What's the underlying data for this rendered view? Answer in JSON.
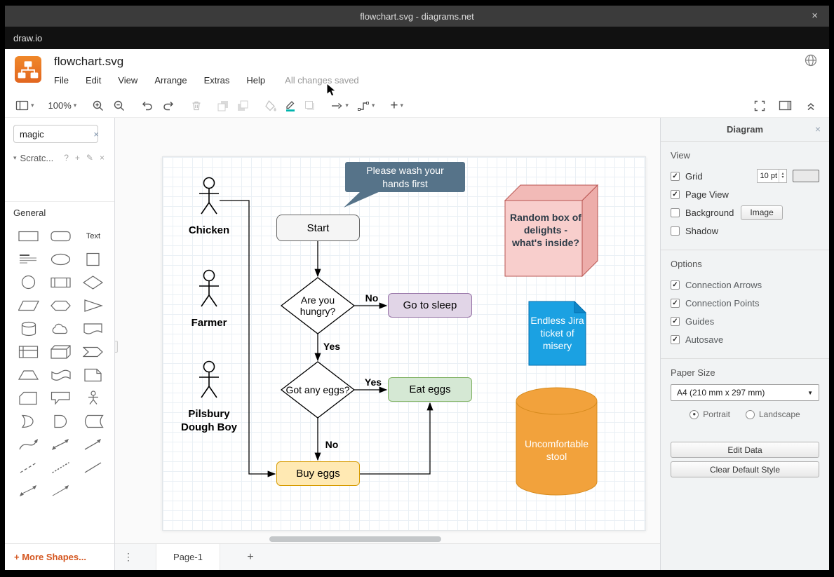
{
  "window": {
    "title": "flowchart.svg - diagrams.net"
  },
  "app_bar": {
    "label": "draw.io"
  },
  "header": {
    "filename": "flowchart.svg",
    "menus": [
      "File",
      "Edit",
      "View",
      "Arrange",
      "Extras",
      "Help"
    ],
    "status": "All changes saved"
  },
  "toolbar": {
    "zoom_level": "100%"
  },
  "sidebar": {
    "search_value": "magic",
    "scratchpad_label": "Scratc...",
    "general_label": "General",
    "text_shape_label": "Text",
    "more_shapes_label": "+ More Shapes..."
  },
  "canvas": {
    "speech_bubble": "Please wash your hands first",
    "actors": [
      {
        "label": "Chicken"
      },
      {
        "label": "Farmer"
      },
      {
        "label": "Pilsbury Dough Boy"
      }
    ],
    "nodes": {
      "start": "Start",
      "hungry": "Are you hungry?",
      "sleep": "Go to sleep",
      "eggs": "Got any eggs?",
      "eat": "Eat eggs",
      "buy": "Buy eggs",
      "box": "Random box of delights - what's inside?",
      "jira": "Endless Jira ticket of misery",
      "stool": "Uncomfortable stool"
    },
    "edge_labels": {
      "no1": "No",
      "yes1": "Yes",
      "yes2": "Yes",
      "no2": "No"
    },
    "colors": {
      "bubble": "#567389",
      "sleep_fill": "#e1d5e7",
      "sleep_stroke": "#9673a6",
      "eat_fill": "#d5e8d4",
      "eat_stroke": "#82b366",
      "buy_fill": "#ffe9b3",
      "buy_stroke": "#d79b00",
      "box_fill": "#f8cecc",
      "box_stroke": "#b85450",
      "jira_fill": "#1ba1e2",
      "jira_stroke": "#006eaf",
      "stool_fill": "#f2a23c",
      "stool_stroke": "#d78c1f"
    }
  },
  "format_panel": {
    "title": "Diagram",
    "view_section": {
      "heading": "View",
      "grid_label": "Grid",
      "grid_size": "10 pt",
      "grid_check": "✓",
      "page_view_label": "Page View",
      "page_view_check": "✓",
      "background_label": "Background",
      "background_check": "",
      "image_button": "Image",
      "shadow_label": "Shadow",
      "shadow_check": ""
    },
    "options_section": {
      "heading": "Options",
      "items": [
        {
          "label": "Connection Arrows",
          "check": "✓"
        },
        {
          "label": "Connection Points",
          "check": "✓"
        },
        {
          "label": "Guides",
          "check": "✓"
        },
        {
          "label": "Autosave",
          "check": "✓"
        }
      ]
    },
    "paper_section": {
      "heading": "Paper Size",
      "value": "A4 (210 mm x 297 mm)",
      "portrait_label": "Portrait",
      "landscape_label": "Landscape",
      "portrait_selected": "●",
      "landscape_selected": ""
    },
    "edit_data_button": "Edit Data",
    "clear_style_button": "Clear Default Style"
  },
  "pages_bar": {
    "page_tab": "Page-1"
  },
  "icons": {
    "close": "×",
    "caret_down": "▾",
    "select_arrow": "▼",
    "dots_vertical": "⋮",
    "plus": "+",
    "help": "?",
    "pencil_edit": "✎",
    "spinner_up": "▴",
    "spinner_down": "▾"
  }
}
